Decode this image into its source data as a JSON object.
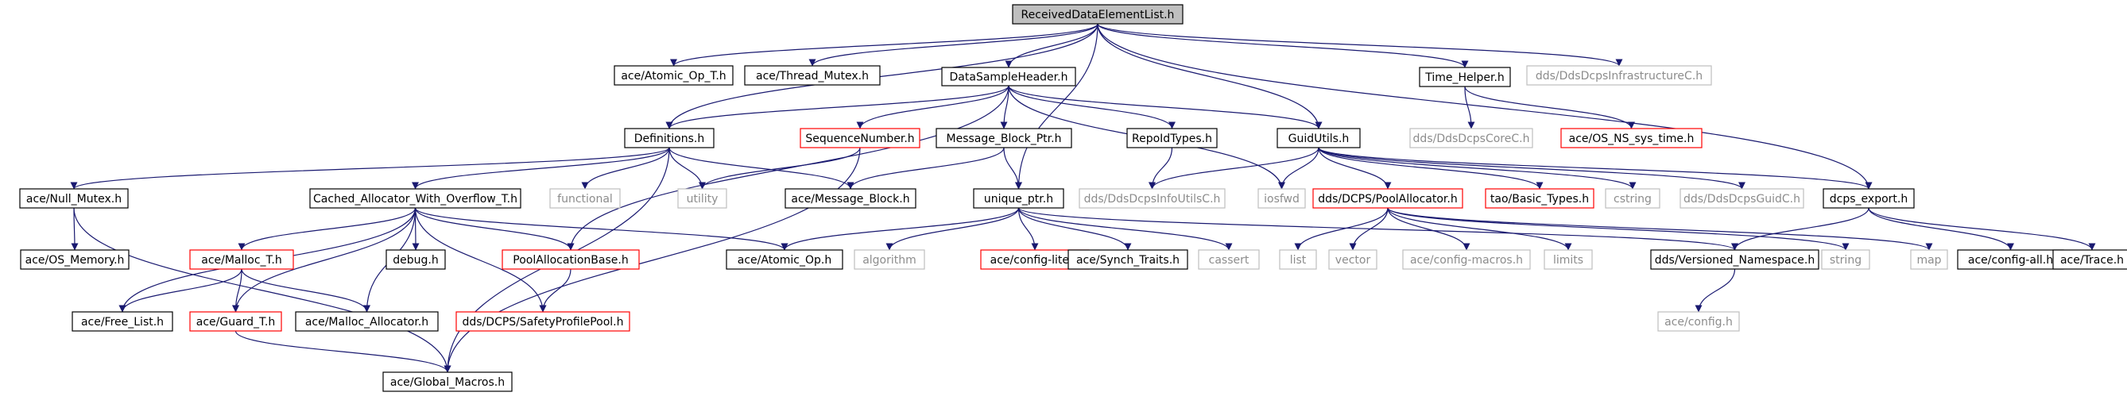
{
  "colors": {
    "edge": "#191970",
    "node_border": "#000000",
    "node_border_missing": "#bfbfbf",
    "node_border_truncated": "#ff0000",
    "root_fill": "#bfbfbf",
    "missing_text": "#8c8c8c"
  },
  "nodes": {
    "root": {
      "label": "ReceivedDataElementList.h",
      "kind": "root"
    },
    "atomic_op_t": {
      "label": "ace/Atomic_Op_T.h",
      "kind": "normal"
    },
    "thread_mutex": {
      "label": "ace/Thread_Mutex.h",
      "kind": "normal"
    },
    "datasampleheader": {
      "label": "DataSampleHeader.h",
      "kind": "normal"
    },
    "time_helper": {
      "label": "Time_Helper.h",
      "kind": "normal"
    },
    "infrastructurec": {
      "label": "dds/DdsDcpsInfrastructureC.h",
      "kind": "missing"
    },
    "definitions": {
      "label": "Definitions.h",
      "kind": "normal"
    },
    "sequencenumber": {
      "label": "SequenceNumber.h",
      "kind": "truncated"
    },
    "message_block_ptr": {
      "label": "Message_Block_Ptr.h",
      "kind": "normal"
    },
    "repoidtypes": {
      "label": "RepoIdTypes.h",
      "kind": "normal"
    },
    "guidutils": {
      "label": "GuidUtils.h",
      "kind": "normal"
    },
    "ddsdcpscorec": {
      "label": "dds/DdsDcpsCoreC.h",
      "kind": "missing"
    },
    "os_ns_sys_time": {
      "label": "ace/OS_NS_sys_time.h",
      "kind": "truncated"
    },
    "null_mutex": {
      "label": "ace/Null_Mutex.h",
      "kind": "normal"
    },
    "cached_allocator": {
      "label": "Cached_Allocator_With_Overflow_T.h",
      "kind": "normal"
    },
    "functional": {
      "label": "functional",
      "kind": "missing"
    },
    "utility": {
      "label": "utility",
      "kind": "missing"
    },
    "message_block": {
      "label": "ace/Message_Block.h",
      "kind": "normal"
    },
    "unique_ptr": {
      "label": "unique_ptr.h",
      "kind": "normal"
    },
    "infoutilsc": {
      "label": "dds/DdsDcpsInfoUtilsC.h",
      "kind": "missing"
    },
    "iosfwd": {
      "label": "iosfwd",
      "kind": "missing"
    },
    "poolallocator": {
      "label": "dds/DCPS/PoolAllocator.h",
      "kind": "truncated"
    },
    "basic_types": {
      "label": "tao/Basic_Types.h",
      "kind": "truncated"
    },
    "cstring": {
      "label": "cstring",
      "kind": "missing"
    },
    "guidc": {
      "label": "dds/DdsDcpsGuidC.h",
      "kind": "missing"
    },
    "dcps_export": {
      "label": "dcps_export.h",
      "kind": "normal"
    },
    "os_memory": {
      "label": "ace/OS_Memory.h",
      "kind": "normal"
    },
    "malloc_t": {
      "label": "ace/Malloc_T.h",
      "kind": "truncated"
    },
    "debug": {
      "label": "debug.h",
      "kind": "normal"
    },
    "poolallocationbase": {
      "label": "PoolAllocationBase.h",
      "kind": "truncated"
    },
    "atomic_op": {
      "label": "ace/Atomic_Op.h",
      "kind": "normal"
    },
    "algorithm": {
      "label": "algorithm",
      "kind": "missing"
    },
    "config_lite": {
      "label": "ace/config-lite.h",
      "kind": "truncated"
    },
    "synch_traits": {
      "label": "ace/Synch_Traits.h",
      "kind": "normal"
    },
    "cassert": {
      "label": "cassert",
      "kind": "missing"
    },
    "list": {
      "label": "list",
      "kind": "missing"
    },
    "vector": {
      "label": "vector",
      "kind": "missing"
    },
    "config_macros": {
      "label": "ace/config-macros.h",
      "kind": "missing"
    },
    "limits": {
      "label": "limits",
      "kind": "missing"
    },
    "versioned_namespace": {
      "label": "dds/Versioned_Namespace.h",
      "kind": "normal"
    },
    "string": {
      "label": "string",
      "kind": "missing"
    },
    "map": {
      "label": "map",
      "kind": "missing"
    },
    "config_all": {
      "label": "ace/config-all.h",
      "kind": "normal"
    },
    "trace": {
      "label": "ace/Trace.h",
      "kind": "normal"
    },
    "free_list": {
      "label": "ace/Free_List.h",
      "kind": "normal"
    },
    "guard_t": {
      "label": "ace/Guard_T.h",
      "kind": "truncated"
    },
    "malloc_allocator": {
      "label": "ace/Malloc_Allocator.h",
      "kind": "normal"
    },
    "safetyprofilepool": {
      "label": "dds/DCPS/SafetyProfilePool.h",
      "kind": "truncated"
    },
    "config": {
      "label": "ace/config.h",
      "kind": "missing"
    },
    "global_macros": {
      "label": "ace/Global_Macros.h",
      "kind": "normal"
    }
  },
  "edges": [
    [
      "root",
      "atomic_op_t"
    ],
    [
      "root",
      "thread_mutex"
    ],
    [
      "root",
      "datasampleheader"
    ],
    [
      "root",
      "time_helper"
    ],
    [
      "root",
      "infrastructurec"
    ],
    [
      "root",
      "definitions"
    ],
    [
      "root",
      "guidutils"
    ],
    [
      "root",
      "unique_ptr"
    ],
    [
      "root",
      "dcps_export"
    ],
    [
      "datasampleheader",
      "definitions"
    ],
    [
      "datasampleheader",
      "sequencenumber"
    ],
    [
      "datasampleheader",
      "message_block_ptr"
    ],
    [
      "datasampleheader",
      "repoidtypes"
    ],
    [
      "datasampleheader",
      "guidutils"
    ],
    [
      "datasampleheader",
      "iosfwd"
    ],
    [
      "datasampleheader",
      "poolallocationbase"
    ],
    [
      "time_helper",
      "ddsdcpscorec"
    ],
    [
      "time_helper",
      "os_ns_sys_time"
    ],
    [
      "definitions",
      "null_mutex"
    ],
    [
      "definitions",
      "cached_allocator"
    ],
    [
      "definitions",
      "functional"
    ],
    [
      "definitions",
      "utility"
    ],
    [
      "definitions",
      "message_block"
    ],
    [
      "definitions",
      "global_macros"
    ],
    [
      "sequencenumber",
      "utility"
    ],
    [
      "sequencenumber",
      "global_macros"
    ],
    [
      "message_block_ptr",
      "message_block"
    ],
    [
      "message_block_ptr",
      "unique_ptr"
    ],
    [
      "repoidtypes",
      "infoutilsc"
    ],
    [
      "guidutils",
      "infoutilsc"
    ],
    [
      "guidutils",
      "iosfwd"
    ],
    [
      "guidutils",
      "poolallocator"
    ],
    [
      "guidutils",
      "basic_types"
    ],
    [
      "guidutils",
      "cstring"
    ],
    [
      "guidutils",
      "guidc"
    ],
    [
      "guidutils",
      "dcps_export"
    ],
    [
      "null_mutex",
      "os_memory"
    ],
    [
      "null_mutex",
      "global_macros"
    ],
    [
      "cached_allocator",
      "malloc_t"
    ],
    [
      "cached_allocator",
      "debug"
    ],
    [
      "cached_allocator",
      "poolallocationbase"
    ],
    [
      "cached_allocator",
      "atomic_op"
    ],
    [
      "cached_allocator",
      "free_list"
    ],
    [
      "cached_allocator",
      "guard_t"
    ],
    [
      "cached_allocator",
      "malloc_allocator"
    ],
    [
      "cached_allocator",
      "safetyprofilepool"
    ],
    [
      "unique_ptr",
      "atomic_op"
    ],
    [
      "unique_ptr",
      "algorithm"
    ],
    [
      "unique_ptr",
      "config_lite"
    ],
    [
      "unique_ptr",
      "synch_traits"
    ],
    [
      "unique_ptr",
      "cassert"
    ],
    [
      "unique_ptr",
      "versioned_namespace"
    ],
    [
      "poolallocator",
      "list"
    ],
    [
      "poolallocator",
      "vector"
    ],
    [
      "poolallocator",
      "config_macros"
    ],
    [
      "poolallocator",
      "limits"
    ],
    [
      "poolallocator",
      "string"
    ],
    [
      "poolallocator",
      "map"
    ],
    [
      "dcps_export",
      "versioned_namespace"
    ],
    [
      "dcps_export",
      "config_all"
    ],
    [
      "dcps_export",
      "trace"
    ],
    [
      "malloc_t",
      "free_list"
    ],
    [
      "malloc_t",
      "guard_t"
    ],
    [
      "malloc_t",
      "malloc_allocator"
    ],
    [
      "poolallocationbase",
      "safetyprofilepool"
    ],
    [
      "guard_t",
      "global_macros"
    ],
    [
      "versioned_namespace",
      "config"
    ]
  ]
}
